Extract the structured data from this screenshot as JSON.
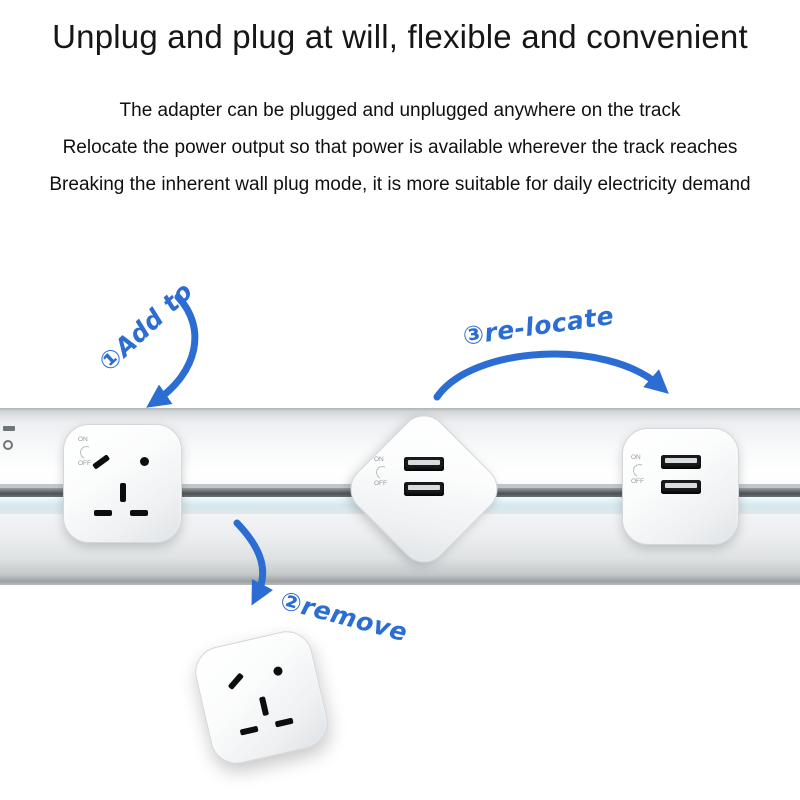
{
  "header": {
    "title": "Unplug and plug at will, flexible and convenient",
    "subtitle_lines": [
      "The adapter can be plugged and unplugged anywhere on the track",
      "Relocate the power output so that power is available wherever the track reaches",
      "Breaking the inherent wall plug mode, it is more suitable for daily electricity demand"
    ]
  },
  "annotations": {
    "add_label": "①Add to",
    "remove_label": "②remove",
    "relocate_label": "③re-locate"
  },
  "adapter_markings": {
    "on_label": "ON",
    "off_label": "OFF"
  },
  "track": {
    "adapters": [
      {
        "type": "socket-5hole",
        "position": "left-on-track"
      },
      {
        "type": "usb-dual",
        "position": "middle-rotated-45deg"
      },
      {
        "type": "usb-dual",
        "position": "right-on-track"
      },
      {
        "type": "socket-5hole",
        "position": "detached-below-track"
      }
    ]
  },
  "colors": {
    "annotation_blue": "#2b6dd2",
    "title_color": "#161616",
    "track_slot_dark": "#54585c",
    "socket_hole_black": "#0c0d0e"
  }
}
